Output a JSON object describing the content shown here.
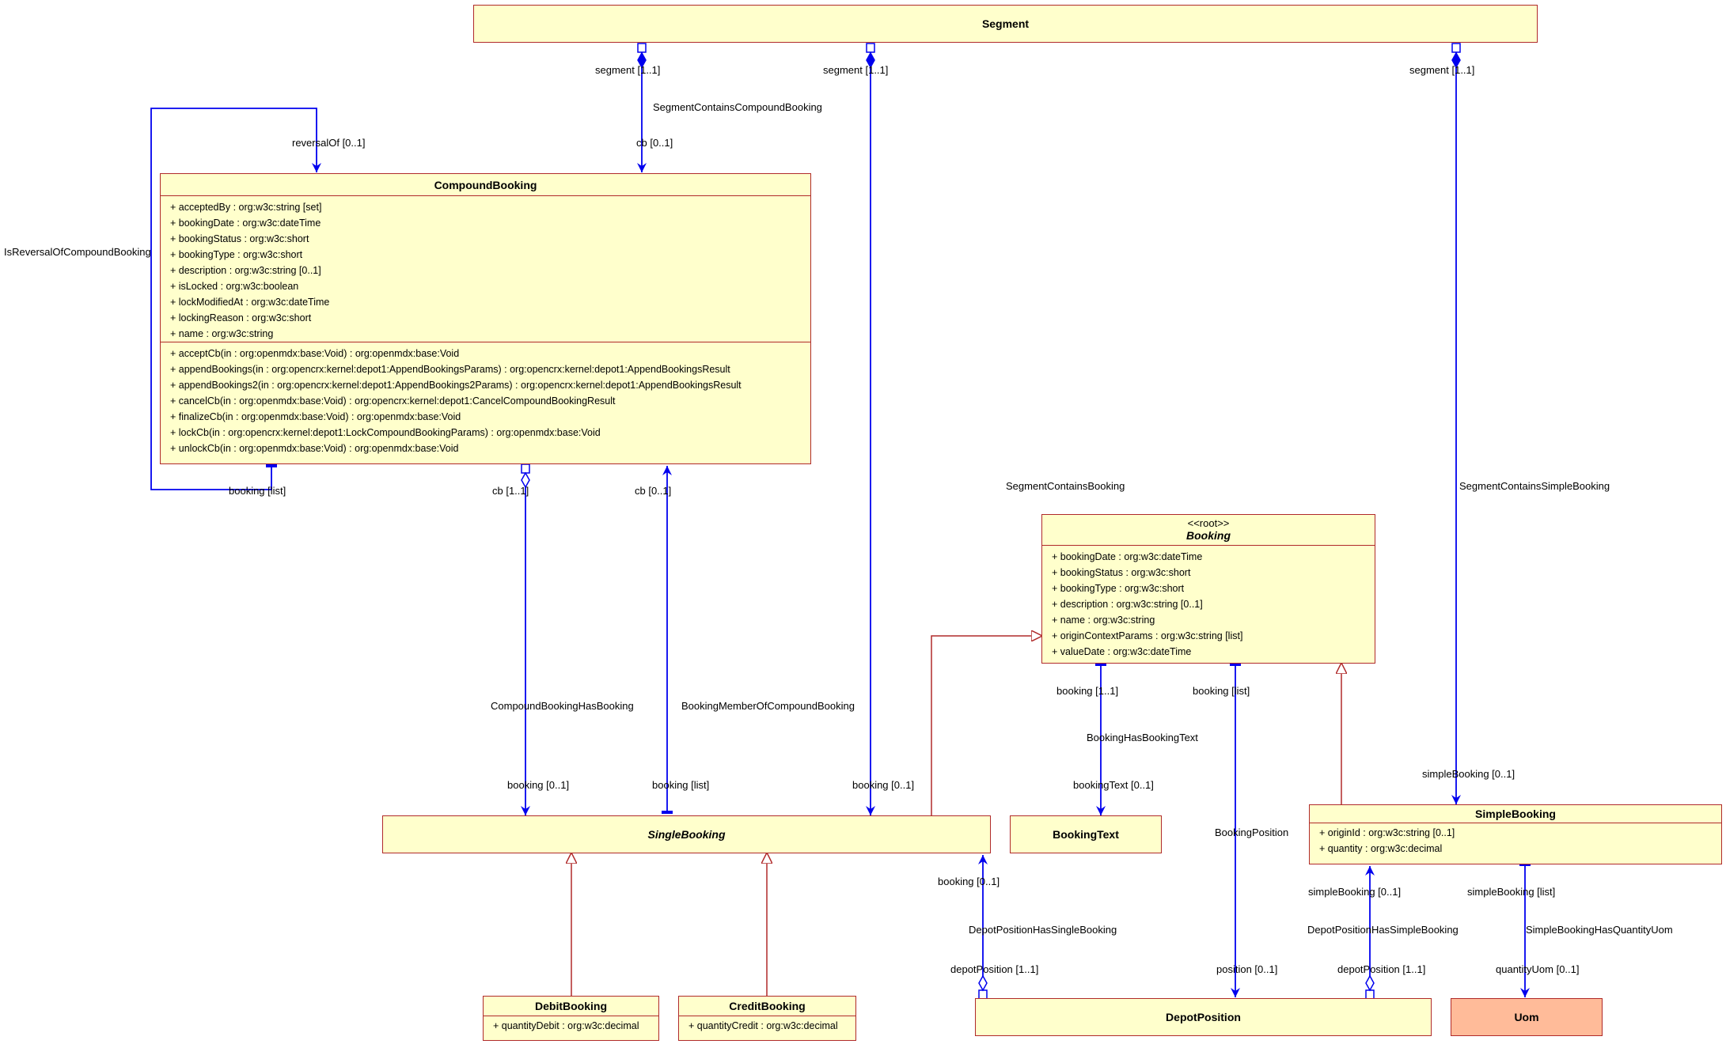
{
  "classes": {
    "segment": {
      "name": "Segment"
    },
    "compound_booking": {
      "name": "CompoundBooking",
      "attributes": [
        "+ acceptedBy : org:w3c:string [set]",
        "+ bookingDate : org:w3c:dateTime",
        "+ bookingStatus : org:w3c:short",
        "+ bookingType : org:w3c:short",
        "+ description : org:w3c:string [0..1]",
        "+ isLocked : org:w3c:boolean",
        "+ lockModifiedAt : org:w3c:dateTime",
        "+ lockingReason : org:w3c:short",
        "+ name : org:w3c:string"
      ],
      "operations": [
        "+ acceptCb(in : org:openmdx:base:Void) : org:openmdx:base:Void",
        "+ appendBookings(in : org:opencrx:kernel:depot1:AppendBookingsParams) : org:opencrx:kernel:depot1:AppendBookingsResult",
        "+ appendBookings2(in : org:opencrx:kernel:depot1:AppendBookings2Params) : org:opencrx:kernel:depot1:AppendBookingsResult",
        "+ cancelCb(in : org:openmdx:base:Void) : org:opencrx:kernel:depot1:CancelCompoundBookingResult",
        "+ finalizeCb(in : org:openmdx:base:Void) : org:openmdx:base:Void",
        "+ lockCb(in : org:opencrx:kernel:depot1:LockCompoundBookingParams) : org:openmdx:base:Void",
        "+ unlockCb(in : org:openmdx:base:Void) : org:openmdx:base:Void"
      ]
    },
    "booking": {
      "stereotype": "<<root>>",
      "name": "Booking",
      "attributes": [
        "+ bookingDate : org:w3c:dateTime",
        "+ bookingStatus : org:w3c:short",
        "+ bookingType : org:w3c:short",
        "+ description : org:w3c:string [0..1]",
        "+ name : org:w3c:string",
        "+ originContextParams : org:w3c:string [list]",
        "+ valueDate : org:w3c:dateTime"
      ]
    },
    "single_booking": {
      "name": "SingleBooking"
    },
    "booking_text": {
      "name": "BookingText"
    },
    "simple_booking": {
      "name": "SimpleBooking",
      "attributes": [
        "+ originId : org:w3c:string [0..1]",
        "+ quantity : org:w3c:decimal"
      ]
    },
    "debit_booking": {
      "name": "DebitBooking",
      "attributes": [
        "+ quantityDebit : org:w3c:decimal"
      ]
    },
    "credit_booking": {
      "name": "CreditBooking",
      "attributes": [
        "+ quantityCredit : org:w3c:decimal"
      ]
    },
    "depot_position": {
      "name": "DepotPosition"
    },
    "uom": {
      "name": "Uom"
    }
  },
  "labels": {
    "seg1": "segment [1..1]",
    "seg2": "segment [1..1]",
    "seg3": "segment [1..1]",
    "segment_contains_compound_booking": "SegmentContainsCompoundBooking",
    "cb_01_top": "cb [0..1]",
    "reversal_of": "reversalOf [0..1]",
    "is_reversal_of_compound_booking": "IsReversalOfCompoundBooking",
    "booking_list_cb": "booking [list]",
    "cb_11": "cb [1..1]",
    "cb_01_bottom": "cb [0..1]",
    "segment_contains_booking": "SegmentContainsBooking",
    "segment_contains_simple_booking": "SegmentContainsSimpleBooking",
    "compound_booking_has_booking": "CompoundBookingHasBooking",
    "booking_member_of_compound_booking": "BookingMemberOfCompoundBooking",
    "booking_01_a": "booking [0..1]",
    "booking_list_sb": "booking [list]",
    "booking_01_b": "booking [0..1]",
    "booking_11": "booking [1..1]",
    "booking_list_dp": "booking [list]",
    "booking_has_booking_text": "BookingHasBookingText",
    "booking_text_01": "bookingText [0..1]",
    "booking_position": "BookingPosition",
    "simple_booking_01_top": "simpleBooking [0..1]",
    "booking_01_c": "booking [0..1]",
    "depot_position_has_single_booking": "DepotPositionHasSingleBooking",
    "depot_position_11_a": "depotPosition [1..1]",
    "position_01": "position [0..1]",
    "simple_booking_01_bottom": "simpleBooking [0..1]",
    "depot_position_has_simple_booking": "DepotPositionHasSimpleBooking",
    "depot_position_11_b": "depotPosition [1..1]",
    "simple_booking_list": "simpleBooking [list]",
    "simple_booking_has_quantity_uom": "SimpleBookingHasQuantityUom",
    "quantity_uom": "quantityUom [0..1]"
  },
  "colors": {
    "association": "#0000ee",
    "generalization": "#b02a2a",
    "class_fill": "#ffffcc",
    "uom_fill": "#ffbb99"
  }
}
